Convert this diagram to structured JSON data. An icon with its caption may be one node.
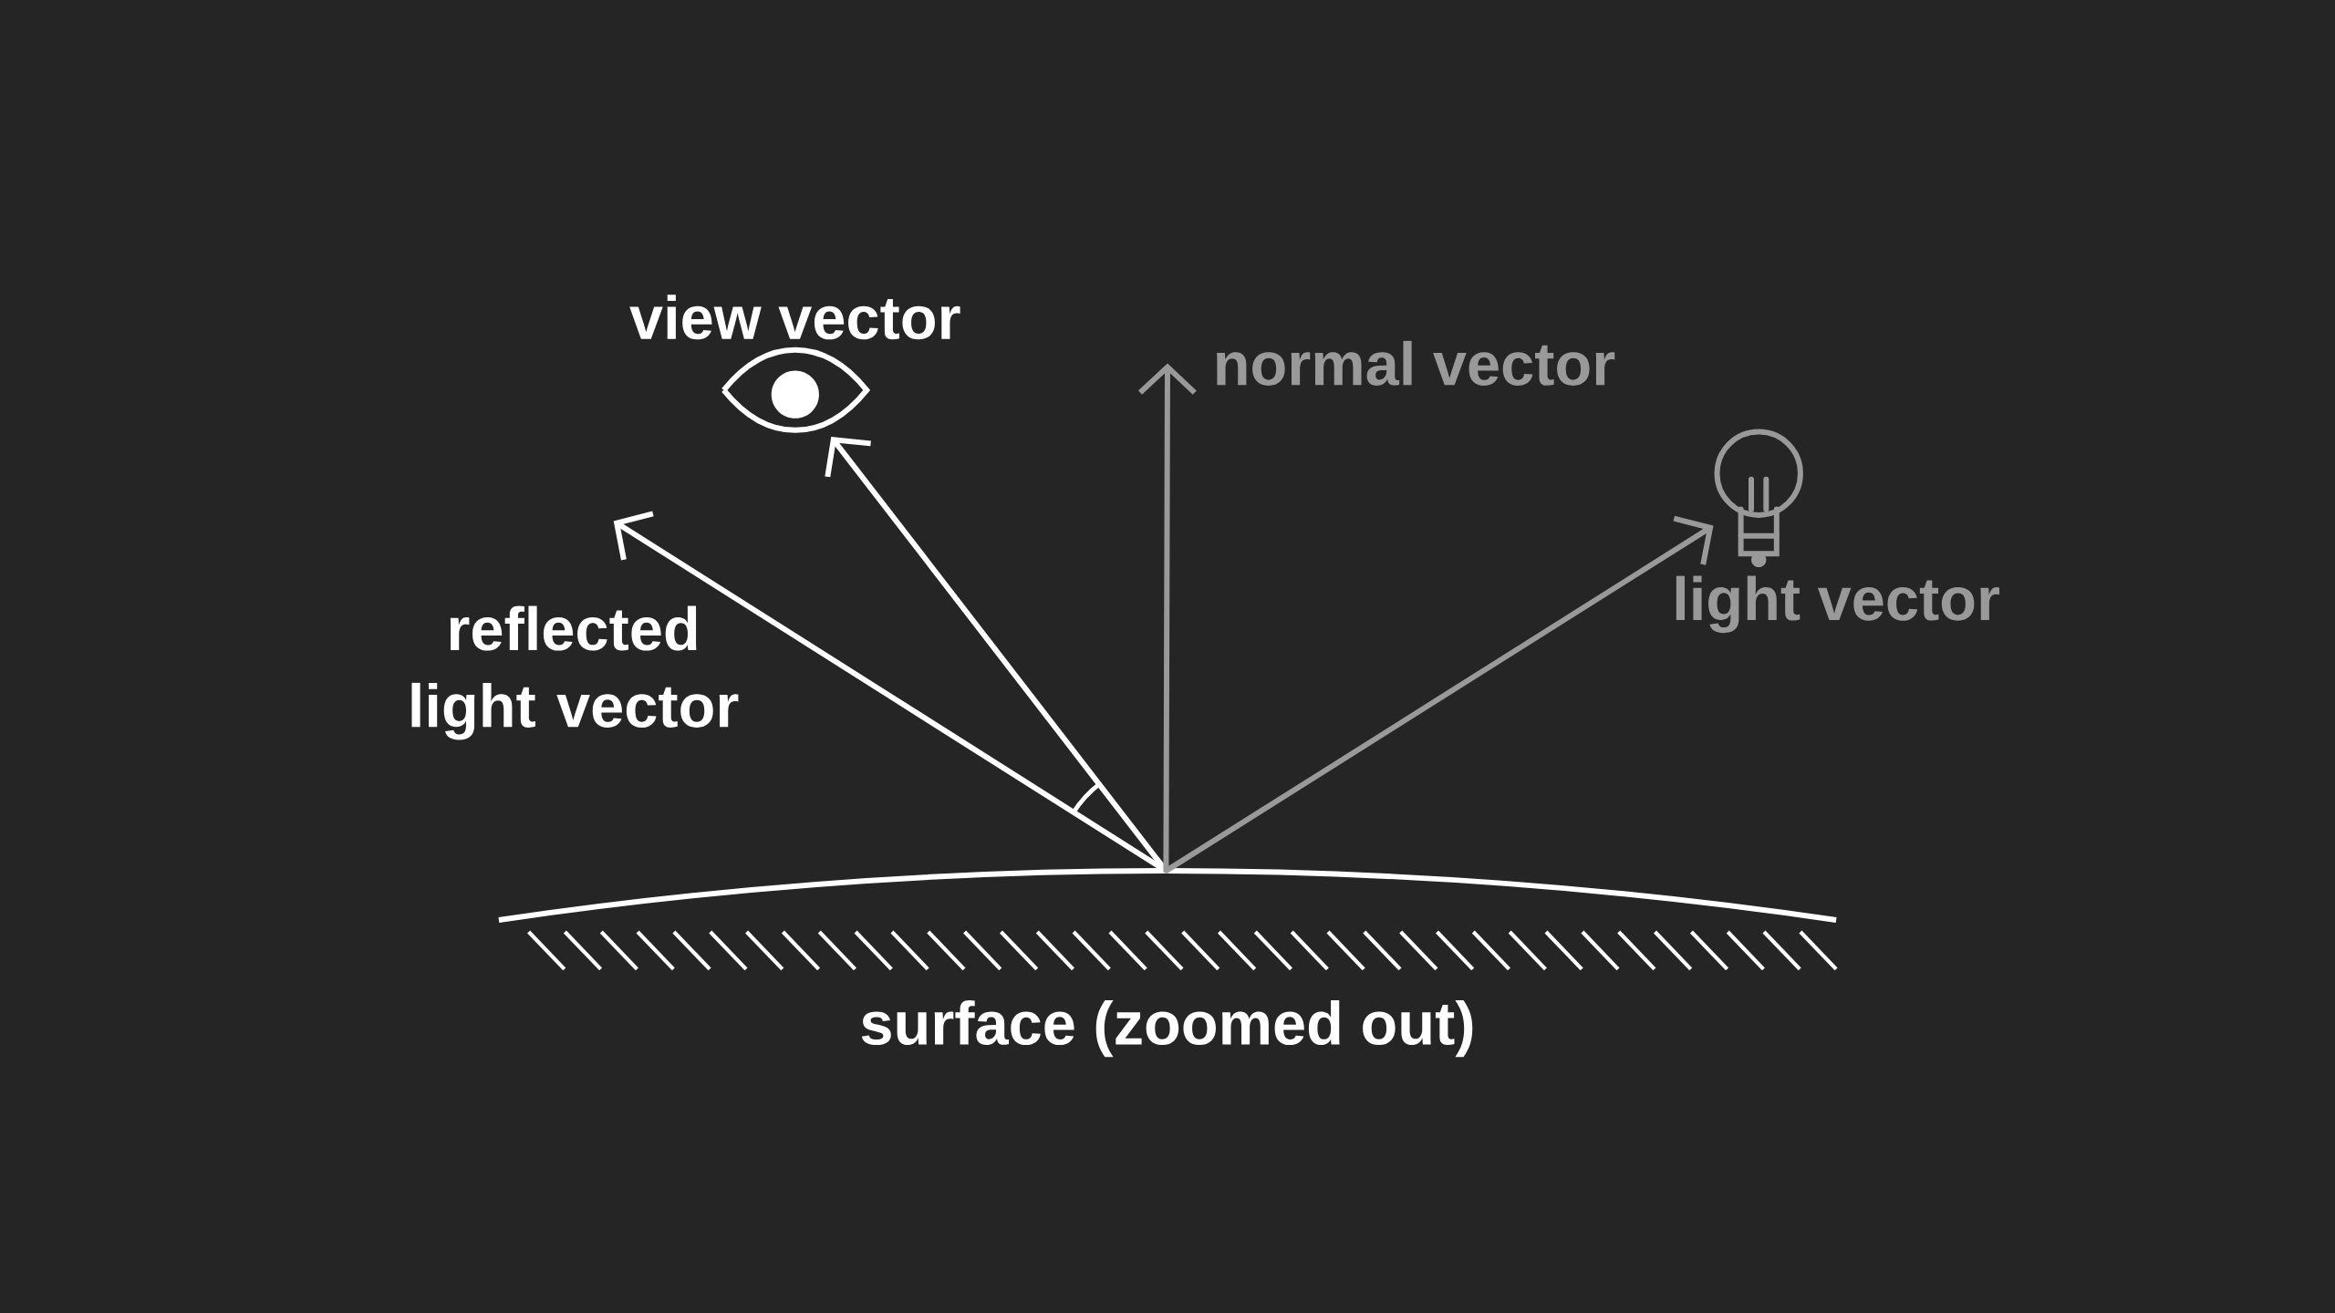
{
  "diagram": {
    "nodes": [
      {
        "text": [
          "view vector"
        ]
      },
      {
        "text": [
          "normal vector"
        ]
      },
      {
        "text": [
          "light vector"
        ]
      },
      {
        "text": [
          "surface (zoomed out)"
        ]
      }
    ],
    "edges": [
      {
        "from": 3,
        "to": null,
        "arrow": "to",
        "label": "reflected light vector"
      },
      {
        "from": 3,
        "to": 0,
        "arrow": "to"
      },
      {
        "from": 3,
        "to": 1,
        "arrow": "to",
        "color": "#999999"
      },
      {
        "from": 3,
        "to": 2,
        "arrow": "to",
        "color": "#999999"
      }
    ]
  }
}
